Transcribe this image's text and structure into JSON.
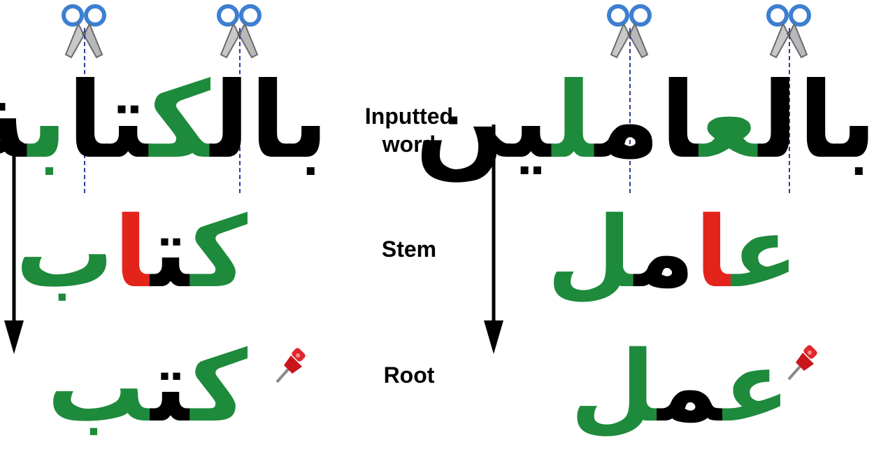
{
  "labels": {
    "inputted_line1": "Inputted",
    "inputted_line2": "word",
    "stem": "Stem",
    "root": "Root"
  },
  "left_example": {
    "input_segments": [
      {
        "text": "بال",
        "color": "black"
      },
      {
        "text": "ك",
        "color": "green"
      },
      {
        "text": "تا",
        "color": "black"
      },
      {
        "text": "ب",
        "color": "green"
      },
      {
        "text": "ة",
        "color": "black"
      }
    ],
    "stem_segments": [
      {
        "text": "ك",
        "color": "green"
      },
      {
        "text": "ت",
        "color": "black"
      },
      {
        "text": "ا",
        "color": "red"
      },
      {
        "text": "ب",
        "color": "green"
      }
    ],
    "root_segments": [
      {
        "text": "ك",
        "color": "green"
      },
      {
        "text": "ت",
        "color": "black"
      },
      {
        "text": "ب",
        "color": "green"
      }
    ]
  },
  "right_example": {
    "input_segments": [
      {
        "text": "بال",
        "color": "black"
      },
      {
        "text": "ع",
        "color": "green"
      },
      {
        "text": "ام",
        "color": "black"
      },
      {
        "text": "ل",
        "color": "green"
      },
      {
        "text": "ين",
        "color": "black"
      }
    ],
    "stem_segments": [
      {
        "text": "ع",
        "color": "green"
      },
      {
        "text": "ا",
        "color": "red"
      },
      {
        "text": "م",
        "color": "black"
      },
      {
        "text": "ل",
        "color": "green"
      }
    ],
    "root_segments": [
      {
        "text": "ع",
        "color": "green"
      },
      {
        "text": "م",
        "color": "black"
      },
      {
        "text": "ل",
        "color": "green"
      }
    ]
  },
  "colors": {
    "root_letter": "#1e8a3c",
    "affix": "#000000",
    "inserted_vowel": "#e3241b",
    "cut_line": "#2a3fa0",
    "arrow": "#000000",
    "pin": "#d01c1c"
  },
  "icons": [
    "scissors-icon",
    "pushpin-icon",
    "down-arrow-icon"
  ]
}
